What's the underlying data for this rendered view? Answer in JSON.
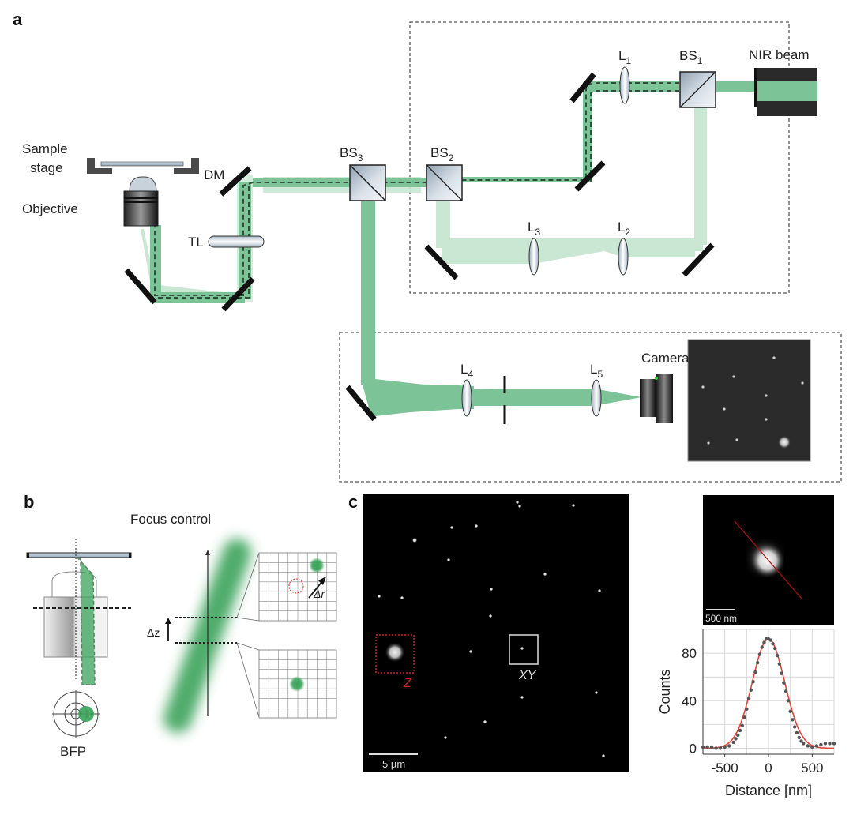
{
  "panels": {
    "a": {
      "letter": "a",
      "labels": {
        "sample_stage_line1": "Sample",
        "sample_stage_line2": "stage",
        "objective": "Objective",
        "dm": "DM",
        "tl": "TL",
        "bs3": "BS",
        "bs3_sub": "3",
        "bs2": "BS",
        "bs2_sub": "2",
        "bs1": "BS",
        "bs1_sub": "1",
        "l1": "L",
        "l1_sub": "1",
        "l2": "L",
        "l2_sub": "2",
        "l3": "L",
        "l3_sub": "3",
        "l4": "L",
        "l4_sub": "4",
        "l5": "L",
        "l5_sub": "5",
        "nir_beam": "NIR beam",
        "camera": "Camera"
      },
      "colors": {
        "beam_strong": "#7cc497",
        "beam_light": "#c9e7d3",
        "beam_dash": "#2f4f3a",
        "mirror": "#111111",
        "camera_image_bg": "#2b2b2b"
      }
    },
    "b": {
      "letter": "b",
      "title": "Focus control",
      "bfp_label": "BFP",
      "delta_z": "Δz",
      "delta_r": "Δr",
      "colors": {
        "spot": "#3aa35a",
        "ref_circle": "#cc2222"
      }
    },
    "c": {
      "letter": "c",
      "scale_bar_main": "5 µm",
      "z_label": "Z",
      "xy_label": "XY",
      "inset_scale_bar": "500 nm",
      "colors": {
        "z_box": "#cc2222",
        "xy_box": "#ffffff",
        "profile_line": "#aa1111"
      }
    }
  },
  "chart_data": {
    "type": "scatter",
    "title": "",
    "xlabel": "Distance [nm]",
    "ylabel": "Counts",
    "xlim": [
      -750,
      750
    ],
    "ylim": [
      -5,
      100
    ],
    "xticks": [
      -500,
      0,
      500
    ],
    "xtick_labels": [
      "-500",
      "0",
      "500"
    ],
    "yticks": [
      0,
      40,
      80
    ],
    "ytick_labels": [
      "0",
      "40",
      "80"
    ],
    "grid": true,
    "series": [
      {
        "name": "data",
        "style": "markers",
        "color": "#555555",
        "x": [
          -750,
          -700,
          -650,
          -600,
          -550,
          -500,
          -450,
          -400,
          -375,
          -350,
          -325,
          -300,
          -275,
          -250,
          -225,
          -200,
          -175,
          -150,
          -125,
          -100,
          -75,
          -50,
          -25,
          0,
          25,
          50,
          75,
          100,
          125,
          150,
          175,
          200,
          225,
          250,
          275,
          300,
          325,
          350,
          375,
          400,
          450,
          500,
          550,
          600,
          650,
          700,
          750
        ],
        "y": [
          1,
          1,
          1,
          0,
          0,
          1,
          2,
          5,
          8,
          11,
          15,
          19,
          26,
          33,
          42,
          49,
          56,
          64,
          72,
          79,
          85,
          89,
          92,
          92,
          91,
          88,
          84,
          78,
          71,
          63,
          55,
          48,
          40,
          31,
          24,
          18,
          13,
          9,
          6,
          4,
          2,
          1,
          2,
          3,
          4,
          4,
          4
        ]
      },
      {
        "name": "gaussian fit",
        "style": "line",
        "color": "#e0453c",
        "amplitude": 92,
        "center": 0,
        "sigma": 185,
        "offset": 0
      }
    ]
  }
}
